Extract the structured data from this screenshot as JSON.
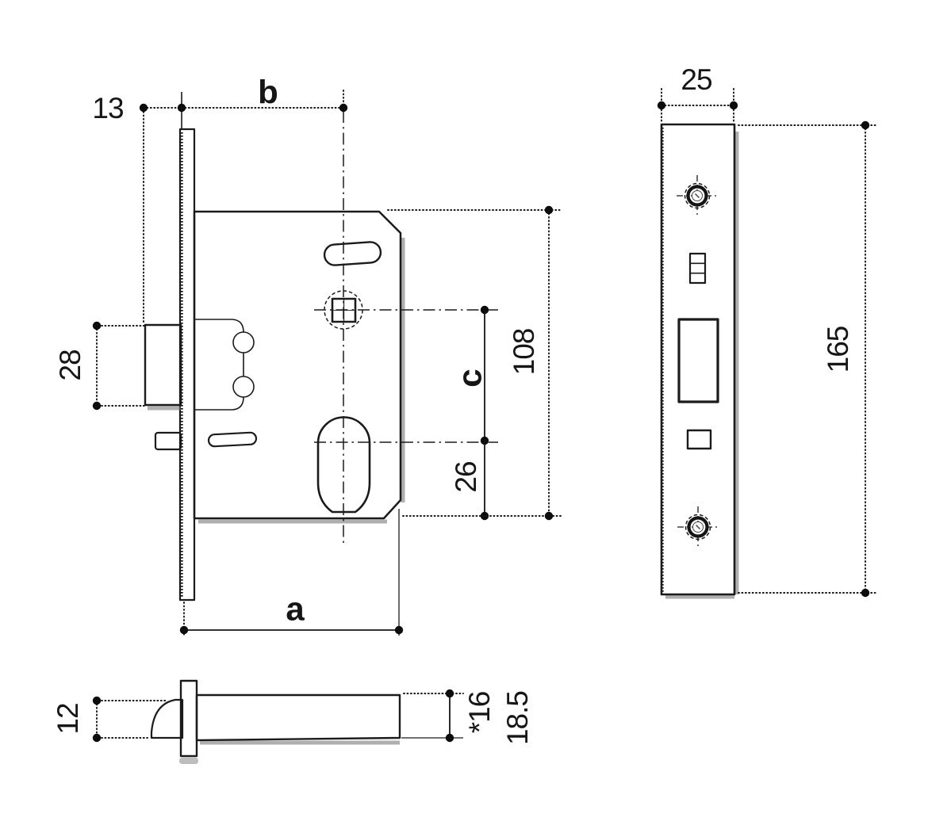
{
  "drawing": {
    "subject": "mortise lock technical dimension drawing",
    "front_view": {
      "dim_13": "13",
      "dim_b": "b",
      "dim_28": "28",
      "dim_a": "a",
      "dim_c": "c",
      "dim_26": "26",
      "dim_108": "108"
    },
    "side_view": {
      "dim_25": "25",
      "dim_165": "165"
    },
    "latch_view": {
      "dim_12": "12",
      "dim_16": "*16",
      "dim_18_5": "18.5"
    },
    "colors": {
      "metal": "#8d8d8d",
      "metal_dark": "#585858",
      "line": "#1b1b1b",
      "background": "#ffffff"
    }
  }
}
